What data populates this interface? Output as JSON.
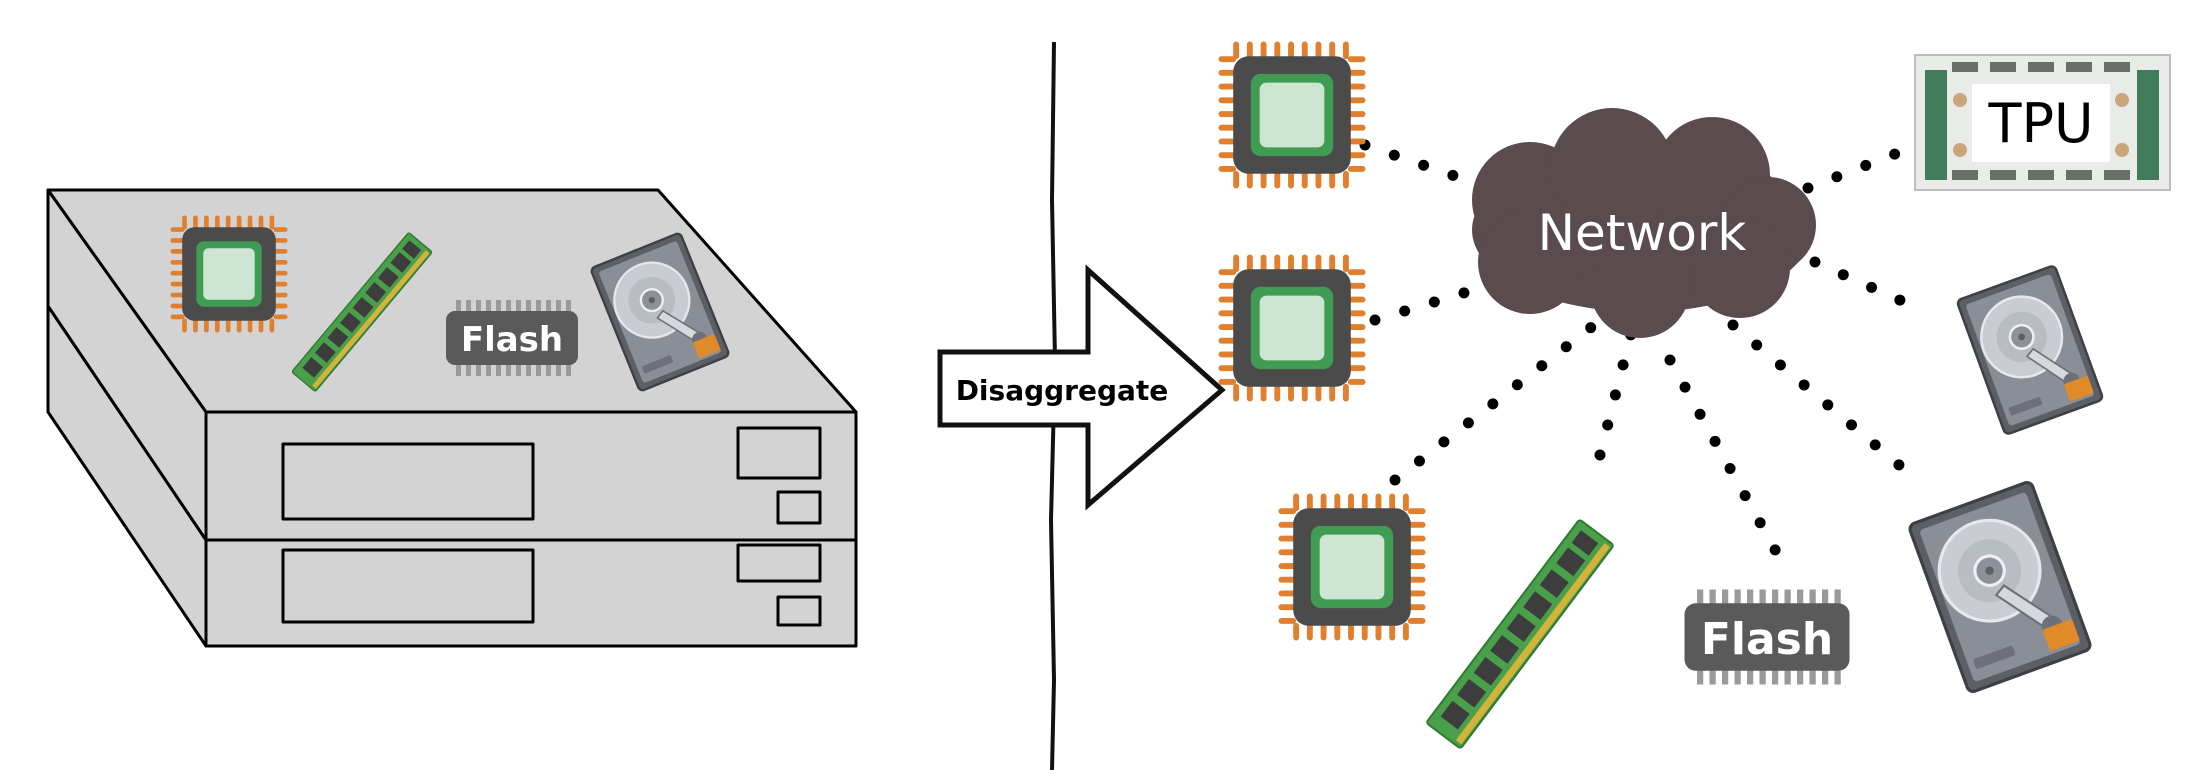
{
  "diagram": {
    "arrow_label": "Disaggregate",
    "network_label": "Network",
    "tpu_label": "TPU",
    "server_flash_label": "Flash",
    "disaggregated_flash_label": "Flash"
  },
  "colors": {
    "chip_body": "#4b4b4b",
    "chip_pins": "#e07f2d",
    "chip_die_ring": "#3f9c52",
    "chip_die": "#cce6d3",
    "ram_green": "#4aa04a",
    "ram_chip": "#3d3d3d",
    "ram_contacts": "#d4b33a",
    "flash_body": "#5a5a5a",
    "flash_pins": "#9a9a9a",
    "cloud": "#5a4b4e",
    "server_face": "#d3d3d3",
    "outline": "#000000"
  },
  "icons": [
    "cpu-chip-icon",
    "ram-module-icon",
    "flash-chip-icon",
    "hard-drive-icon",
    "tpu-board-icon",
    "network-cloud-icon",
    "arrow-icon"
  ]
}
